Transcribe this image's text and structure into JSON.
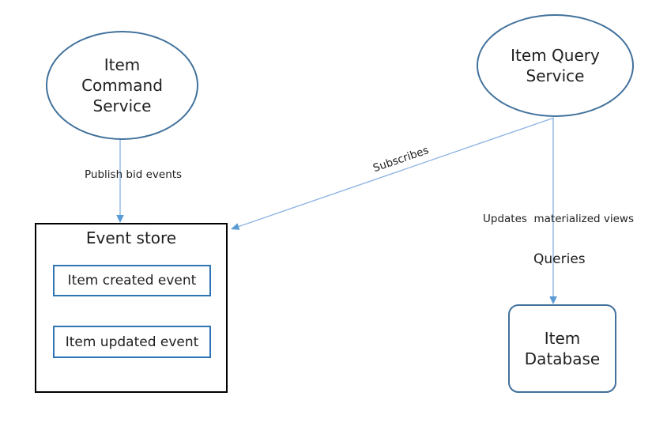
{
  "colors": {
    "ellipse_border": "#41719C",
    "event_store_border": "#000000",
    "event_item_border": "#2E75B6",
    "database_border": "#41719C",
    "connector_line": "#8FB6E4",
    "connector_arrow": "#5B9BD5",
    "text": "#1F1F1F",
    "canvas_bg": "#FFFFFF"
  },
  "nodes": {
    "item_command_service": {
      "lines": [
        "Item",
        "Command",
        "Service"
      ]
    },
    "item_query_service": {
      "lines": [
        "Item Query",
        "Service"
      ]
    },
    "event_store": {
      "title": "Event store",
      "events": [
        "Item created event",
        "Item updated event"
      ]
    },
    "item_database": {
      "lines": [
        "Item",
        "Database"
      ]
    }
  },
  "edges": {
    "publish": {
      "label": "Publish bid events"
    },
    "subscribes": {
      "label": "Subscribes"
    },
    "updates": {
      "label": "Updates  materialized views"
    },
    "queries": {
      "label": "Queries"
    }
  }
}
